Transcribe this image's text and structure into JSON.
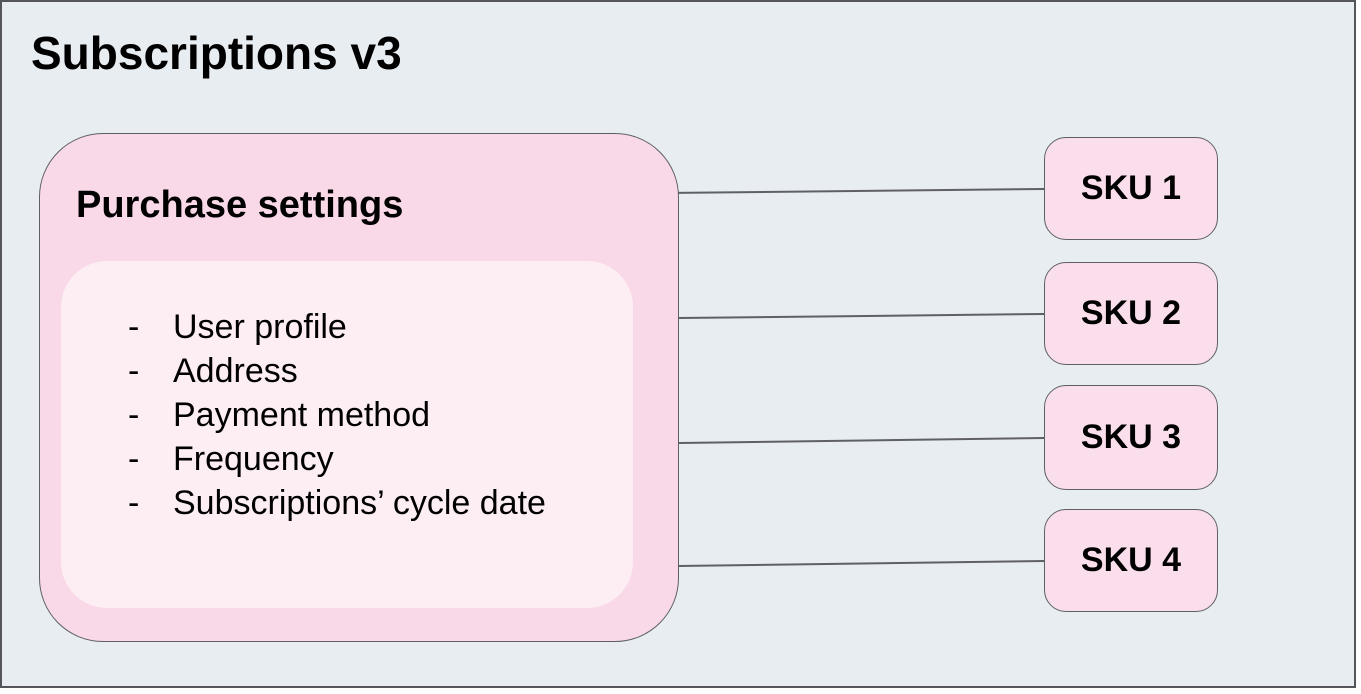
{
  "diagram": {
    "title": "Subscriptions v3",
    "purchase": {
      "heading": "Purchase settings",
      "bullet": "-",
      "items": [
        "User profile",
        "Address",
        "Payment method",
        "Frequency",
        "Subscriptions’ cycle date"
      ]
    },
    "skus": [
      {
        "label": "SKU 1"
      },
      {
        "label": "SKU 2"
      },
      {
        "label": "SKU 3"
      },
      {
        "label": "SKU 4"
      }
    ],
    "colors": {
      "canvas_background": "#E8EDF2",
      "canvas_border": "#54565B",
      "purchase_box_fill": "#F9D8E7",
      "inner_panel_fill": "#FDEEF4",
      "sku_box_fill": "#FBDEEB",
      "shape_border": "#5E6065",
      "connector_line": "#5E6065",
      "text": "#000000"
    }
  }
}
